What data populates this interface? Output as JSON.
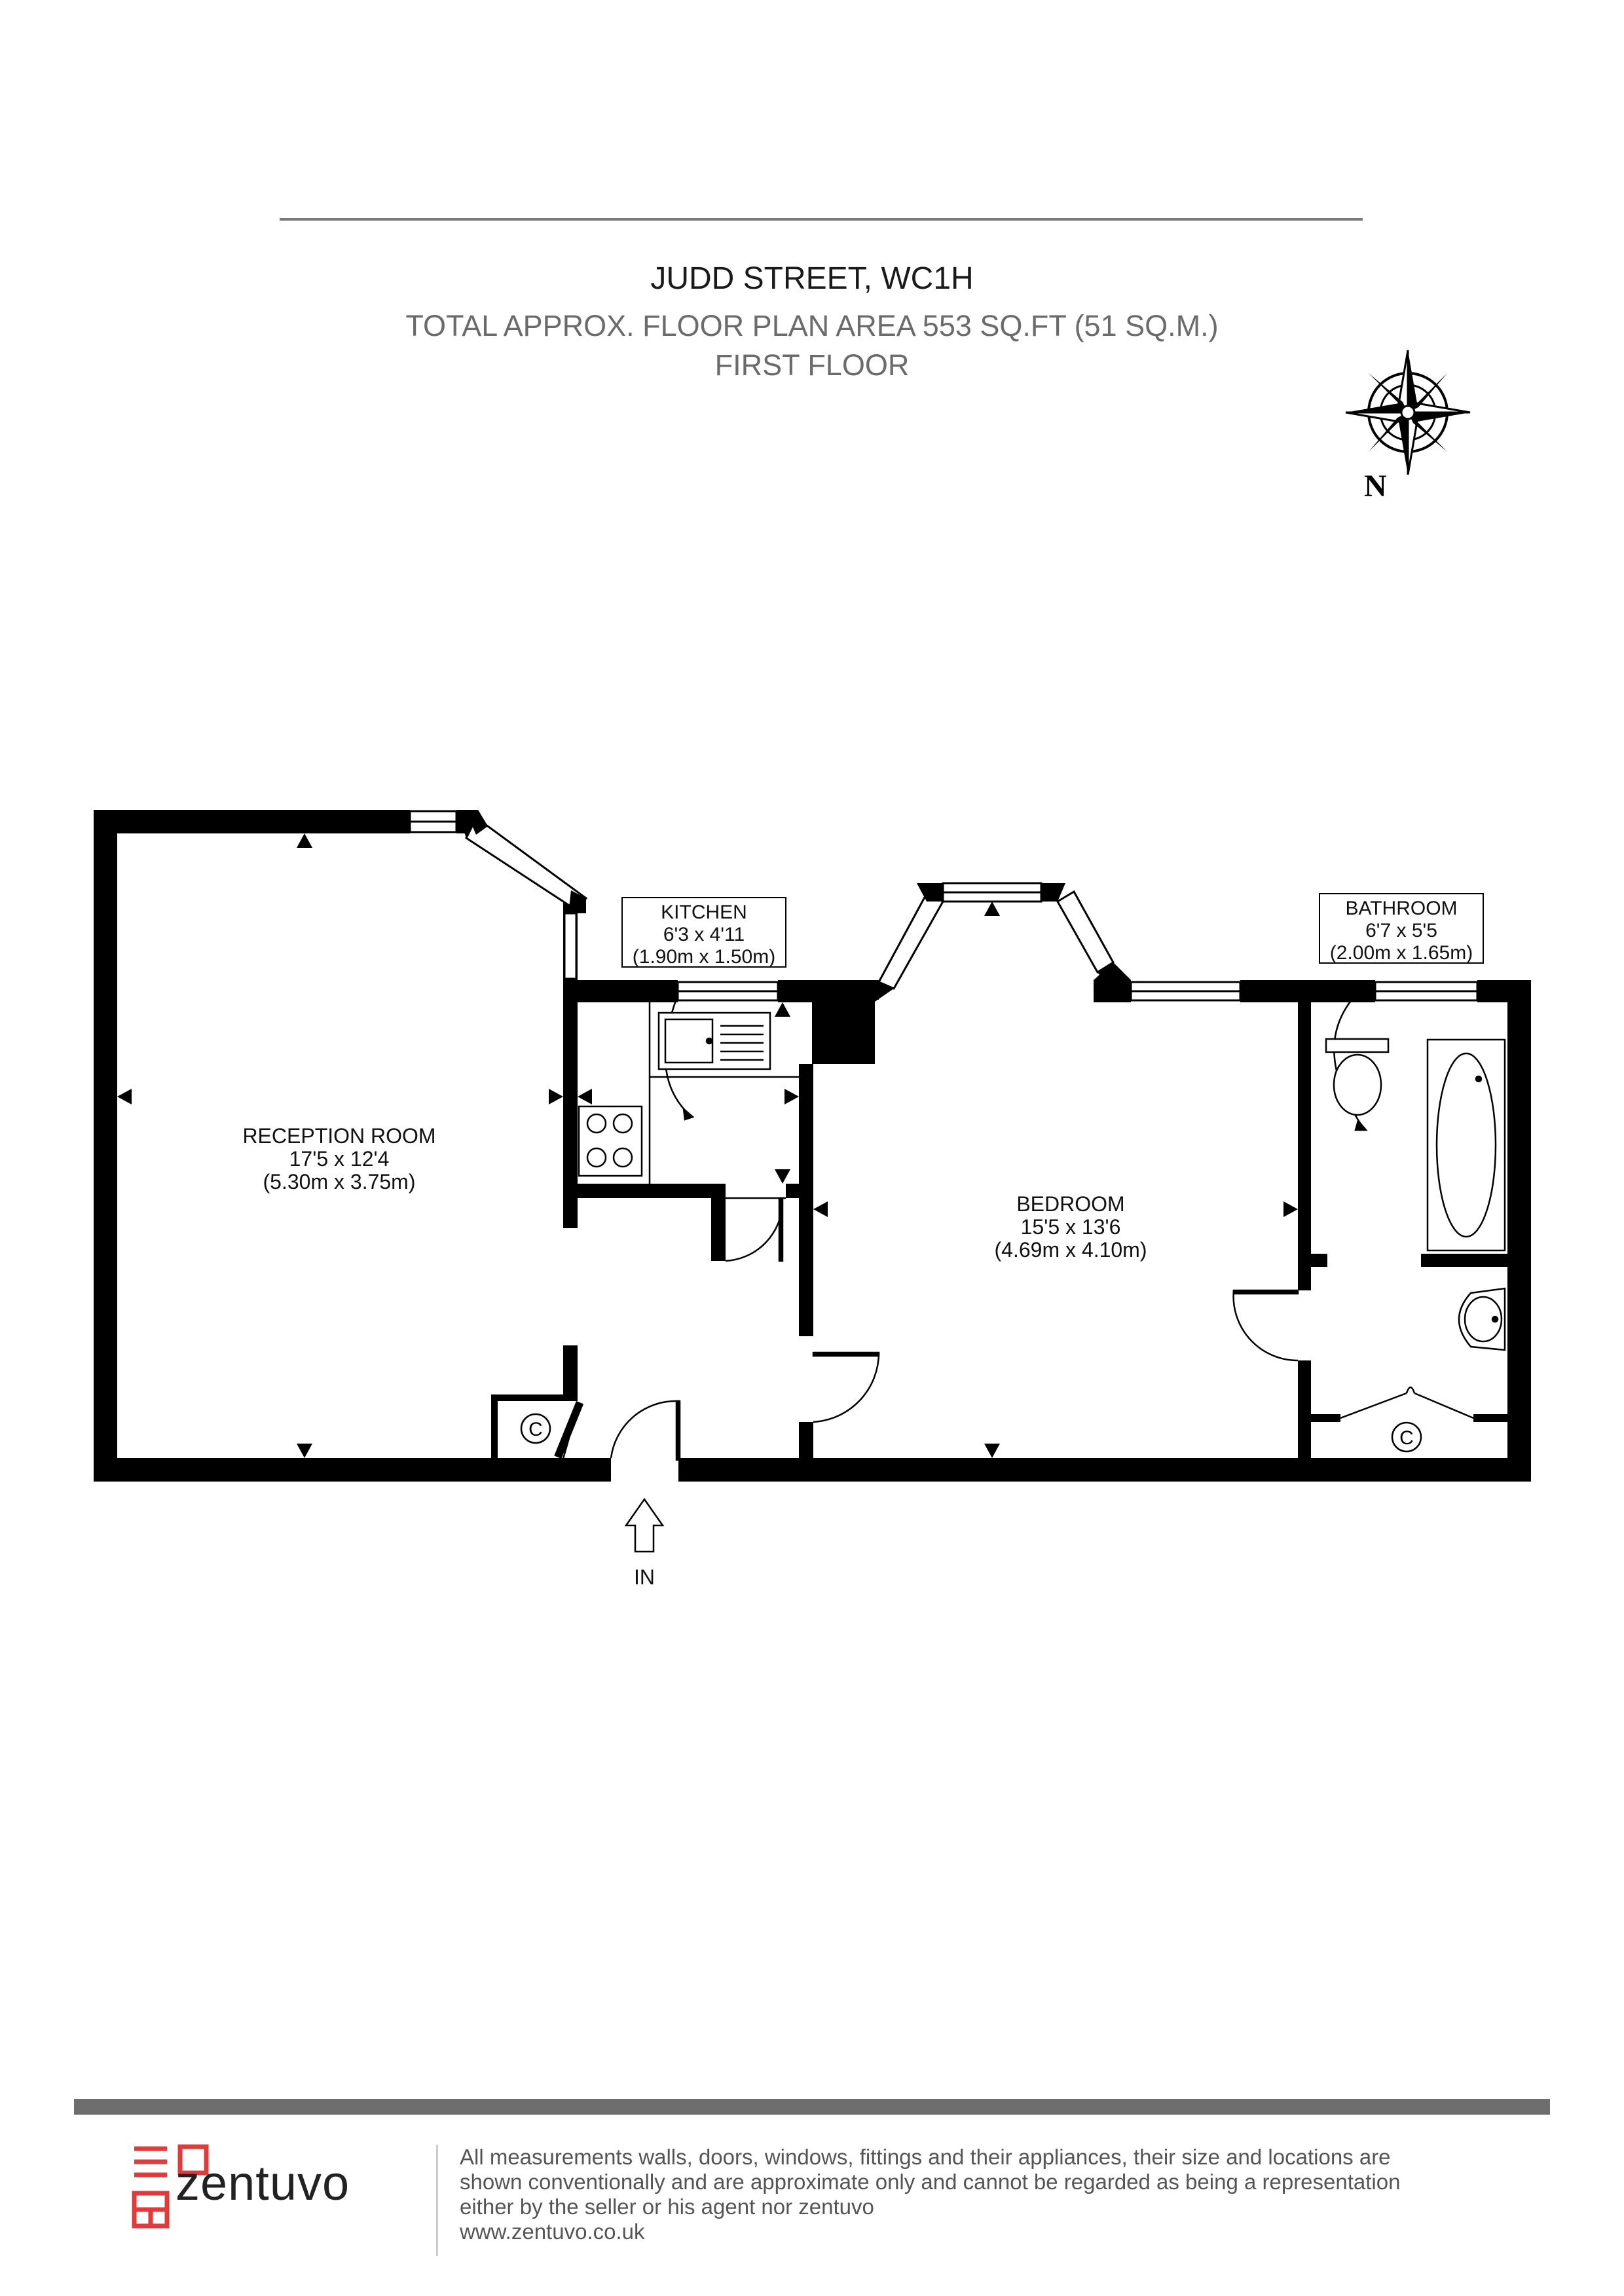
{
  "header": {
    "address": "JUDD STREET, WC1H",
    "area": "TOTAL APPROX. FLOOR PLAN AREA 553 SQ.FT (51 SQ.M.)",
    "floor": "FIRST FLOOR"
  },
  "compass": {
    "label": "N"
  },
  "rooms": {
    "reception": {
      "name": "RECEPTION ROOM",
      "imperial": "17'5 x 12'4",
      "metric": "(5.30m x 3.75m)"
    },
    "kitchen": {
      "name": "KITCHEN",
      "imperial": "6'3 x 4'11",
      "metric": "(1.90m x 1.50m)"
    },
    "bedroom": {
      "name": "BEDROOM",
      "imperial": "15'5 x 13'6",
      "metric": "(4.69m x 4.10m)"
    },
    "bathroom": {
      "name": "BATHROOM",
      "imperial": "6'7 x 5'5",
      "metric": "(2.00m x 1.65m)"
    }
  },
  "cupboard_label": "C",
  "entrance_label": "IN",
  "footer": {
    "brand": "zentuvo",
    "brand_color": "#e03a3a",
    "disclaimer_lines": [
      "All measurements walls, doors, windows, fittings and their appliances, their size and locations are",
      "shown conventionally and are approximate only and cannot be regarded as being a representation",
      "either by the seller or his agent nor zentuvo",
      "www.zentuvo.co.uk"
    ]
  }
}
